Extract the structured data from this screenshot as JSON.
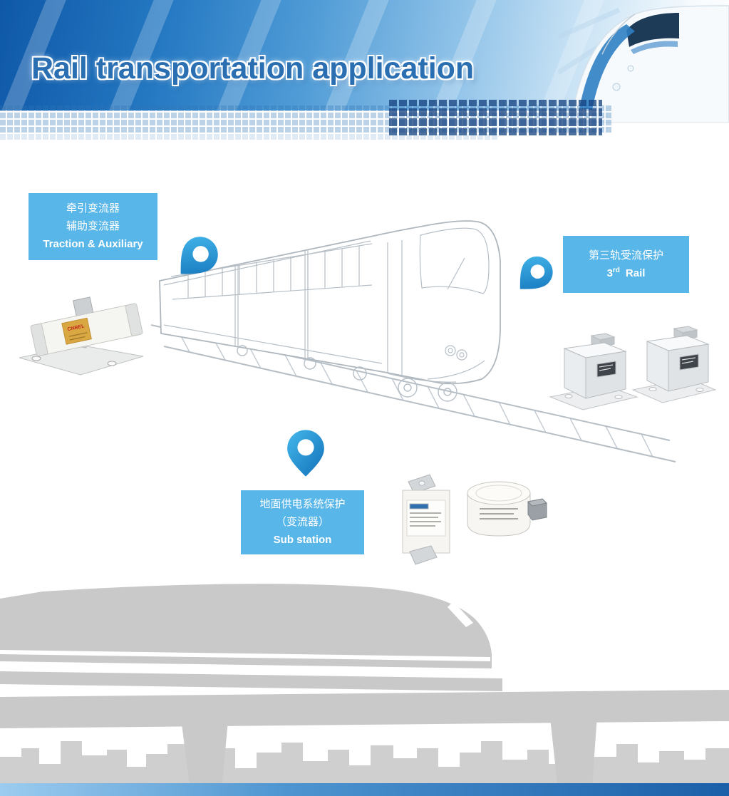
{
  "header": {
    "title": "Rail transportation application"
  },
  "callouts": {
    "traction": {
      "line1": "牵引变流器",
      "line2": "辅助变流器",
      "line3": "Traction & Auxiliary"
    },
    "third_rail": {
      "line1": "第三轨受流保护",
      "num": "3",
      "sup": "rd",
      "rest": "Rail"
    },
    "substation": {
      "line1": "地面供电系统保护",
      "line2": "（变流器）",
      "line3": "Sub station"
    }
  },
  "products": {
    "brand": "CNBEL"
  },
  "colors": {
    "callout_bg": "#58b6e8",
    "title_blue": "#2b6fb3",
    "header_dark_blue": "#0f58a8",
    "pin_blue": "#1f82c6",
    "silhouette_gray": "#c9c9c9",
    "footer_blue": "#1b5fa8",
    "train_lineart_gray": "#b4bcc4"
  }
}
